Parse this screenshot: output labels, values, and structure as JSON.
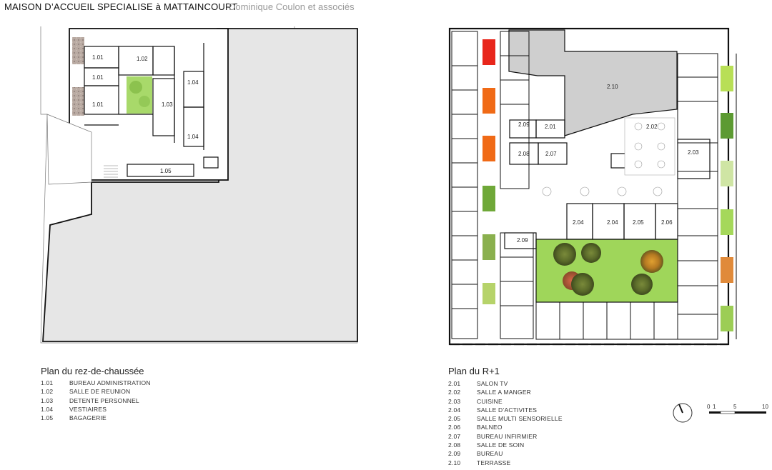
{
  "header": {
    "title": "MAISON D’ACCUEIL SPECIALISE à MATTAINCOURT",
    "architect": "Dominique Coulon et associés"
  },
  "ground_floor": {
    "title": "Plan du rez-de-chaussée",
    "rooms": [
      {
        "code": "1.01",
        "name": "BUREAU ADMINISTRATION"
      },
      {
        "code": "1.02",
        "name": "SALLE DE REUNION"
      },
      {
        "code": "1.03",
        "name": "DETENTE PERSONNEL"
      },
      {
        "code": "1.04",
        "name": "VESTIAIRES"
      },
      {
        "code": "1.05",
        "name": "BAGAGERIE"
      }
    ],
    "plan_labels": [
      "1.01",
      "1.01",
      "1.01",
      "1.02",
      "1.03",
      "1.04",
      "1.04",
      "1.05"
    ]
  },
  "first_floor": {
    "title": "Plan du R+1",
    "rooms": [
      {
        "code": "2.01",
        "name": "SALON TV"
      },
      {
        "code": "2.02",
        "name": "SALLE A MANGER"
      },
      {
        "code": "2.03",
        "name": "CUISINE"
      },
      {
        "code": "2.04",
        "name": "SALLE D’ACTIVITES"
      },
      {
        "code": "2.05",
        "name": "SALLE MULTI SENSORIELLE"
      },
      {
        "code": "2.06",
        "name": "BALNEO"
      },
      {
        "code": "2.07",
        "name": "BUREAU INFIRMIER"
      },
      {
        "code": "2.08",
        "name": "SALLE DE SOIN"
      },
      {
        "code": "2.09",
        "name": "BUREAU"
      },
      {
        "code": "2.10",
        "name": "TERRASSE"
      }
    ],
    "plan_labels": [
      "2.10",
      "2.01",
      "2.02",
      "2.03",
      "2.09",
      "2.08",
      "2.07",
      "2.04",
      "2.04",
      "2.05",
      "2.06",
      "2.09"
    ]
  },
  "scale": {
    "labels": [
      "0",
      "1",
      "5",
      "10"
    ]
  },
  "colors": {
    "wall": "#111111",
    "terrace": "#cfcfcf",
    "garden": "#9fd65a",
    "accent_red": "#e8261b",
    "accent_orange": "#f06a16"
  }
}
